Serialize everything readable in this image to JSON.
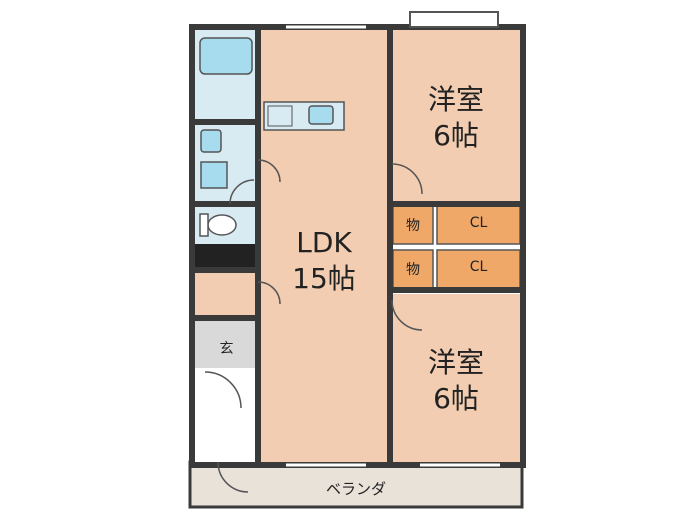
{
  "colors": {
    "wall": "#3a3a3a",
    "living": "#f3cdb1",
    "bath": "#d8eaf2",
    "fixture": "#a6dcee",
    "storage": "#f0a868",
    "entry_floor": "#d9d9d9",
    "balcony": "#e8e2d9"
  },
  "rooms": {
    "ldk": {
      "name": "LDK",
      "size": "15帖"
    },
    "western_top": {
      "name": "洋室",
      "size": "6帖"
    },
    "western_bottom": {
      "name": "洋室",
      "size": "6帖"
    }
  },
  "storage": {
    "mono_top": "物",
    "cl_top": "CL",
    "mono_bottom": "物",
    "cl_bottom": "CL"
  },
  "entrance": "玄",
  "balcony": "ベランダ"
}
